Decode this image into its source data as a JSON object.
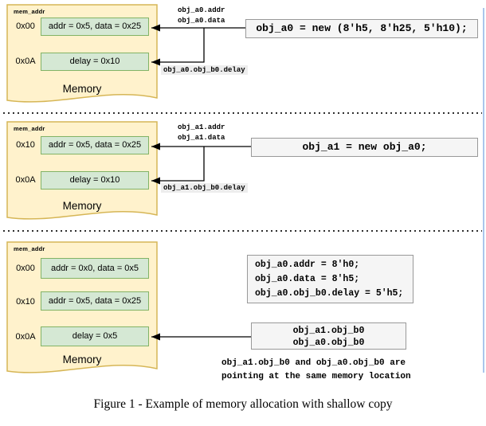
{
  "figure": {
    "caption": "Figure 1 - Example of memory allocation with shallow copy"
  },
  "colors": {
    "memory_fill": "#FFF2CC",
    "memory_border": "#D6B656",
    "cell_fill": "#D5E8D4",
    "cell_border": "#82B366",
    "code_fill": "#F5F5F5",
    "code_border": "#999999",
    "margin_line": "#AAC6EC",
    "arrow": "#000000"
  },
  "sections": [
    {
      "memory": {
        "header": "mem_addr",
        "label": "Memory",
        "rows": [
          {
            "address": "0x00",
            "value": "addr = 0x5, data = 0x25"
          },
          {
            "address": "0x0A",
            "value": "delay = 0x10"
          }
        ]
      },
      "pointers": {
        "addr": "obj_a0.addr",
        "data": "obj_a0.data",
        "delay": "obj_a0.obj_b0.delay"
      },
      "code": "obj_a0 = new (8'h5, 8'h25, 5'h10);"
    },
    {
      "memory": {
        "header": "mem_addr",
        "label": "Memory",
        "rows": [
          {
            "address": "0x10",
            "value": "addr = 0x5, data = 0x25"
          },
          {
            "address": "0x0A",
            "value": "delay = 0x10"
          }
        ]
      },
      "pointers": {
        "addr": "obj_a1.addr",
        "data": "obj_a1.data",
        "delay": "obj_a1.obj_b0.delay"
      },
      "code": "obj_a1 = new obj_a0;"
    },
    {
      "memory": {
        "header": "mem_addr",
        "label": "Memory",
        "rows": [
          {
            "address": "0x00",
            "value": "addr = 0x0, data = 0x5"
          },
          {
            "address": "0x10",
            "value": "addr = 0x5, data = 0x25"
          },
          {
            "address": "0x0A",
            "value": "delay = 0x5"
          }
        ]
      },
      "code_lines": [
        "obj_a0.addr = 8'h0;",
        "obj_a0.data = 8'h5;",
        "obj_a0.obj_b0.delay = 5'h5;"
      ],
      "handle_box": [
        "obj_a1.obj_b0",
        "obj_a0.obj_b0"
      ],
      "note": [
        "obj_a1.obj_b0 and obj_a0.obj_b0 are",
        "pointing at the same memory location"
      ]
    }
  ]
}
